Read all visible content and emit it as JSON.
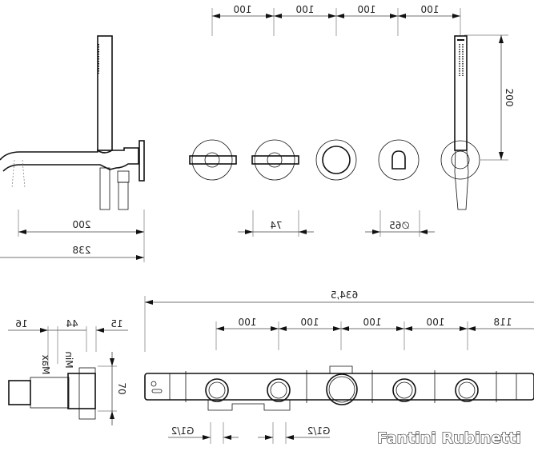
{
  "brand": "Fantini Rubinetti",
  "top_view": {
    "spacing_labels": [
      "100",
      "100",
      "100",
      "100"
    ],
    "height_label": "200",
    "handle_width_label": "74",
    "rosette_diameter_label": "∅65"
  },
  "side_view": {
    "spout_reach_label": "200",
    "total_depth_label": "238"
  },
  "body_view": {
    "total_length_label": "634,5",
    "spacing_labels": [
      "100",
      "100",
      "100",
      "100",
      "118"
    ],
    "depth_labels": [
      "16",
      "44",
      "15"
    ],
    "max_label": "Max",
    "min_label": "Min",
    "height_label": "70",
    "thread_labels": [
      "G1/2",
      "G1/2"
    ]
  }
}
